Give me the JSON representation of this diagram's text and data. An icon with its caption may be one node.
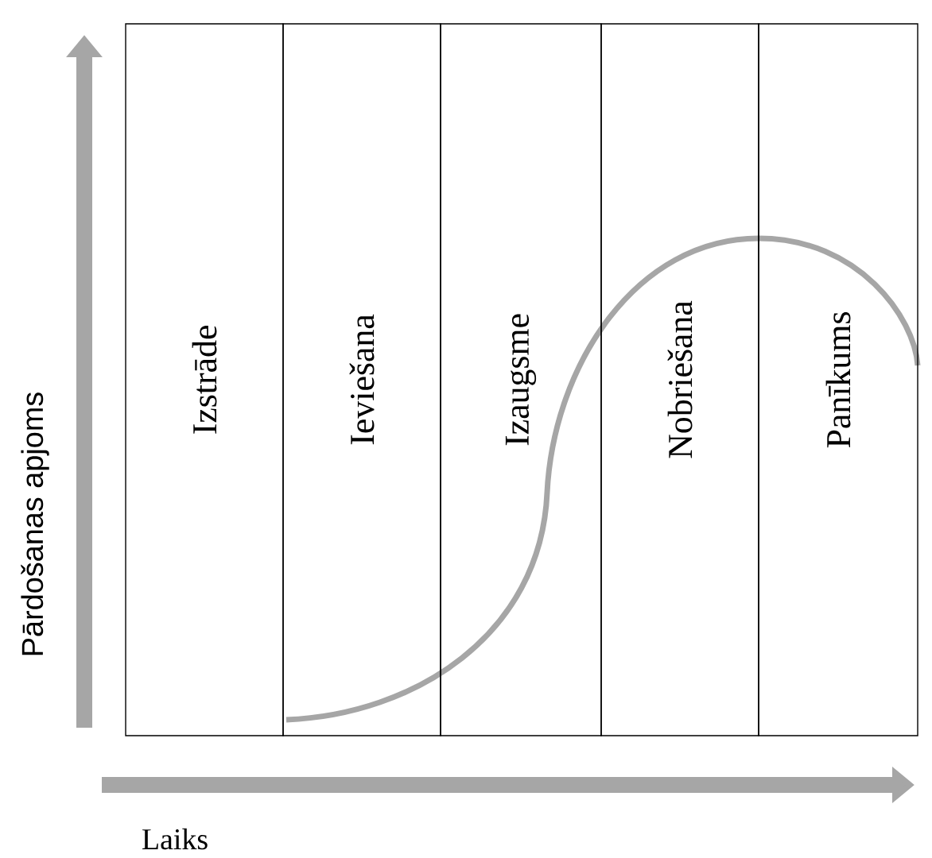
{
  "diagram": {
    "nodes": [
      {
        "text": [
          "Izstrāde"
        ]
      },
      {
        "text": [
          "Ieviešana"
        ]
      },
      {
        "text": [
          "Izaugsme"
        ]
      },
      {
        "text": [
          "Nobriešana"
        ]
      },
      {
        "text": [
          "Panīkums"
        ]
      }
    ],
    "labels": [
      "Pārdošanas apjoms",
      "Laiks"
    ]
  }
}
